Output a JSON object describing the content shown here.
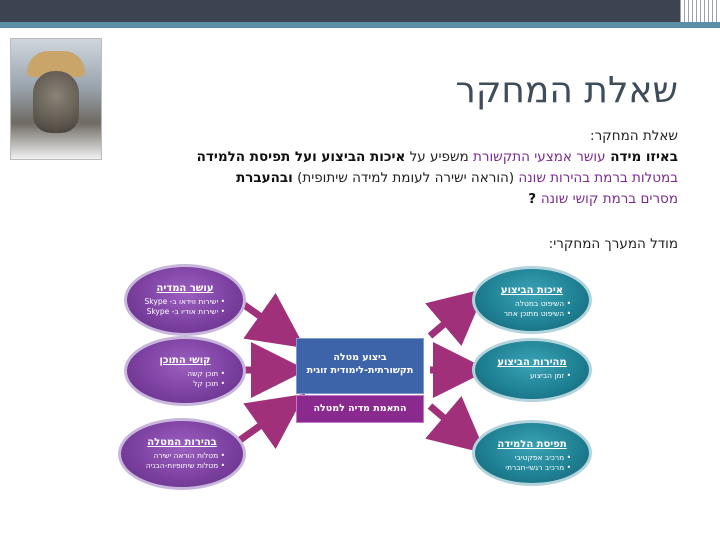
{
  "slide": {
    "title": "שאלת המחקר",
    "question_label": "שאלת המחקר:",
    "line1_a": "באיזו מידה ",
    "line1_b": "עושר אמצעי התקשורת",
    "line1_c": " משפיע על ",
    "line1_d": "איכות הביצוע ועל תפיסת הלמידה",
    "line2_a": "במטלות ברמת בהירות שונה",
    "line2_b": " (הוראה ישירה לעומת למידה שיתופית) ",
    "line2_c": "ובהעברת",
    "line3_a": "מסרים ברמת קושי שונה",
    "line3_b": " ?",
    "model_label": "מודל המערך המחקרי:"
  },
  "diagram": {
    "left_nodes": [
      {
        "title": "עושר המדיה",
        "items": [
          "ישירות ווידאו ב- Skype",
          "ישירות אודיו ב- Skype"
        ]
      },
      {
        "title": "קושי התוכן",
        "items": [
          "תוכן קשה",
          "תוכן קל"
        ]
      },
      {
        "title": "בהירות המטלה",
        "items": [
          "מטלות הוראה ישירה",
          "מטלות שיתופיות-הבניה"
        ]
      }
    ],
    "center_top": "ביצוע מטלה תקשורתית-לימודית זוגית",
    "center_bottom": "התאמת מדיה למטלה",
    "right_nodes": [
      {
        "title": "איכות הביצוע",
        "items": [
          "השיפוט במטלה",
          "השיפוט מתוכן אחר"
        ]
      },
      {
        "title": "מהירות הביצוע",
        "items": [
          "זמן הביצוע"
        ]
      },
      {
        "title": "תפיסת הלמידה",
        "items": [
          "מרכיב אפקטיבי",
          "מרכיב רגשי-חברתי"
        ]
      }
    ],
    "colors": {
      "purple": "#7a3f9e",
      "teal": "#1e7f92",
      "center": "#3d63a8",
      "center_bottom": "#8a2a8f",
      "arrow": "#a0307a"
    }
  }
}
